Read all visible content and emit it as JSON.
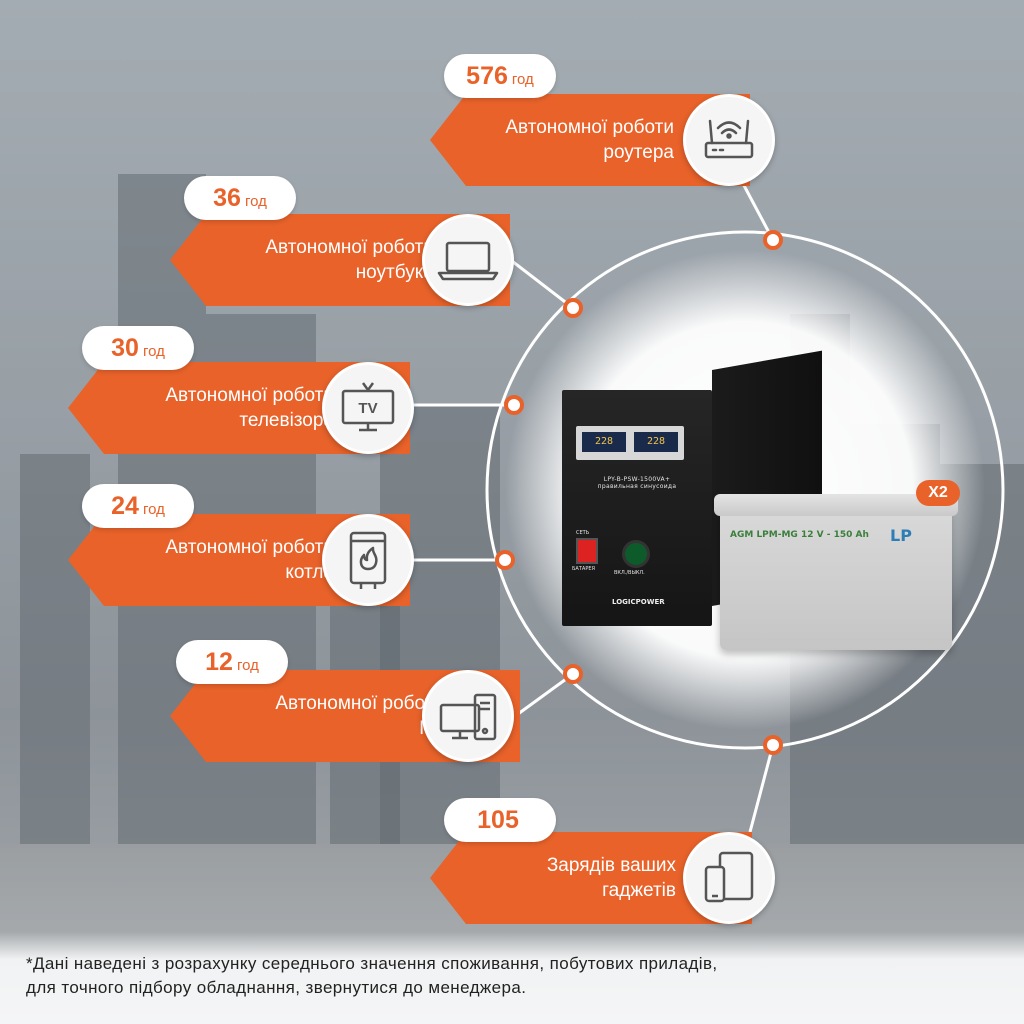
{
  "cards": [
    {
      "value": "576",
      "unit": "год",
      "line1": "Автономної роботи",
      "line2": "роутера",
      "icon": "router-icon"
    },
    {
      "value": "36",
      "unit": "год",
      "line1": "Автономної роботи",
      "line2": "ноутбука",
      "icon": "laptop-icon"
    },
    {
      "value": "30",
      "unit": "год",
      "line1": "Автономної роботи",
      "line2": "телевізора",
      "icon": "tv-icon",
      "icon_text": "TV"
    },
    {
      "value": "24",
      "unit": "год",
      "line1": "Автономної роботи",
      "line2": "котла",
      "icon": "boiler-icon"
    },
    {
      "value": "12",
      "unit": "год",
      "line1": "Автономної роботи",
      "line2": "ПК",
      "icon": "pc-icon"
    },
    {
      "value": "105",
      "unit": "",
      "line1": "Зарядів ваших",
      "line2": "гаджетів",
      "icon": "gadgets-icon"
    }
  ],
  "product": {
    "ups_model": "LPY-B-PSW-1500VA+",
    "ups_subtitle": "правильная синусоида",
    "ups_display_left": "228",
    "ups_display_right": "228",
    "ups_switch_label": "СЕТЬ",
    "ups_battery_label": "БАТАРЕЯ",
    "ups_knob_label": "ВКЛ./ВЫКЛ.",
    "ups_brand": "LOGICPOWER",
    "battery_label": "AGM LPM-MG 12 V - 150 Ah",
    "battery_logo": "LP",
    "battery_count": "X2"
  },
  "footnote": {
    "line1": "*Дані наведені з розрахунку середнього значення споживання, побутових приладів,",
    "line2": "для точного підбору обладнання, звернутися до менеджера."
  },
  "colors": {
    "accent": "#e8622a",
    "pill": "#ffffff",
    "icon_stroke": "#555555"
  }
}
